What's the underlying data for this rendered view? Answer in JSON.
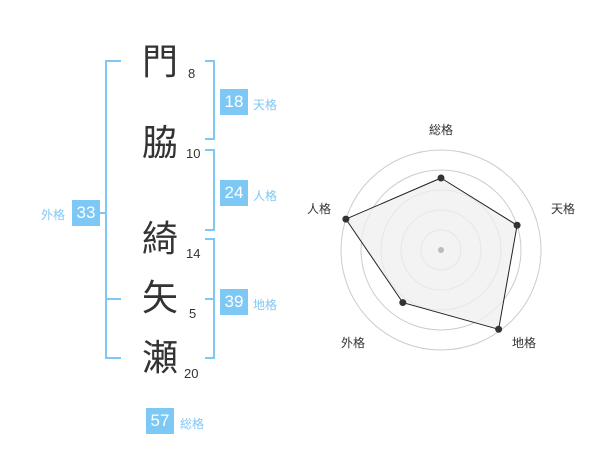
{
  "characters": [
    {
      "char": "門",
      "strokes": "8"
    },
    {
      "char": "脇",
      "strokes": "10"
    },
    {
      "char": "綺",
      "strokes": "14"
    },
    {
      "char": "矢",
      "strokes": "5"
    },
    {
      "char": "瀬",
      "strokes": "20"
    }
  ],
  "kaku": {
    "tenkaku": {
      "value": "18",
      "label": "天格"
    },
    "jinkaku": {
      "value": "24",
      "label": "人格"
    },
    "chikaku": {
      "value": "39",
      "label": "地格"
    },
    "gaikaku": {
      "value": "33",
      "label": "外格"
    },
    "soukaku": {
      "value": "57",
      "label": "総格"
    }
  },
  "radar": {
    "axes": [
      "総格",
      "天格",
      "地格",
      "外格",
      "人格"
    ],
    "values": [
      0.72,
      0.8,
      0.98,
      0.65,
      1.0
    ],
    "rings": 5,
    "colors": {
      "ring": "#cccccc",
      "fill": "#efefef",
      "stroke": "#222222",
      "point": "#333333",
      "center": "#bbbbbb"
    }
  },
  "colors": {
    "accent": "#7ec8f5",
    "text": "#333333"
  }
}
